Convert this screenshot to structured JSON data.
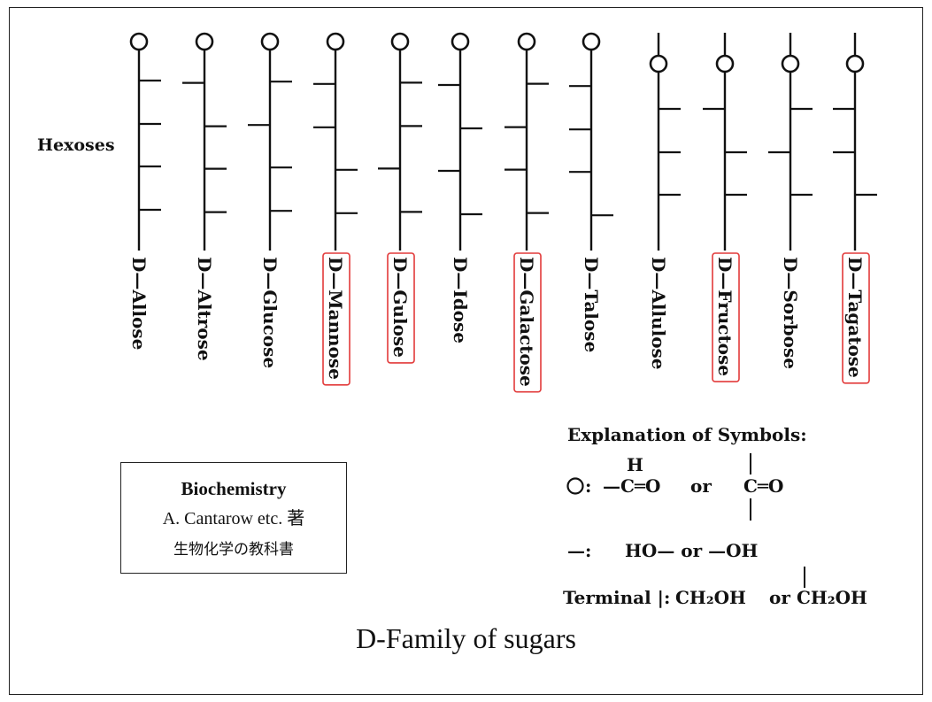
{
  "heading": "Hexoses",
  "sugars": [
    {
      "name": "D—Allose",
      "highlighted": false
    },
    {
      "name": "D—Altrose",
      "highlighted": false
    },
    {
      "name": "D—Glucose",
      "highlighted": false
    },
    {
      "name": "D—Mannose",
      "highlighted": true
    },
    {
      "name": "D—Gulose",
      "highlighted": true
    },
    {
      "name": "D—Idose",
      "highlighted": false
    },
    {
      "name": "D—Galactose",
      "highlighted": true
    },
    {
      "name": "D—Talose",
      "highlighted": false
    },
    {
      "name": "D—Allulose",
      "highlighted": false
    },
    {
      "name": "D—Fructose",
      "highlighted": true
    },
    {
      "name": "D—Sorbose",
      "highlighted": false
    },
    {
      "name": "D—Tagatose",
      "highlighted": true
    }
  ],
  "explanation": {
    "title": "Explanation of Symbols:",
    "aldehyde_h": "H",
    "aldehyde_symbol": "O:",
    "aldehyde_formula": "—C═O",
    "or_1": "or",
    "ketone_formula": "C═O",
    "hydroxyl_symbol": "—:",
    "hydroxyl_text": "HO—  or —OH",
    "terminal_label": "Terminal |:",
    "terminal_formula_1": "CH₂OH",
    "or_2": "or",
    "terminal_formula_2": "CH₂OH"
  },
  "source": {
    "title": "Biochemistry",
    "author": "A. Cantarow etc. 著",
    "note": "生物化学の教科書"
  },
  "caption": "D-Family of sugars",
  "colors": {
    "ink": "#111111",
    "highlight": "#e23a3a"
  }
}
